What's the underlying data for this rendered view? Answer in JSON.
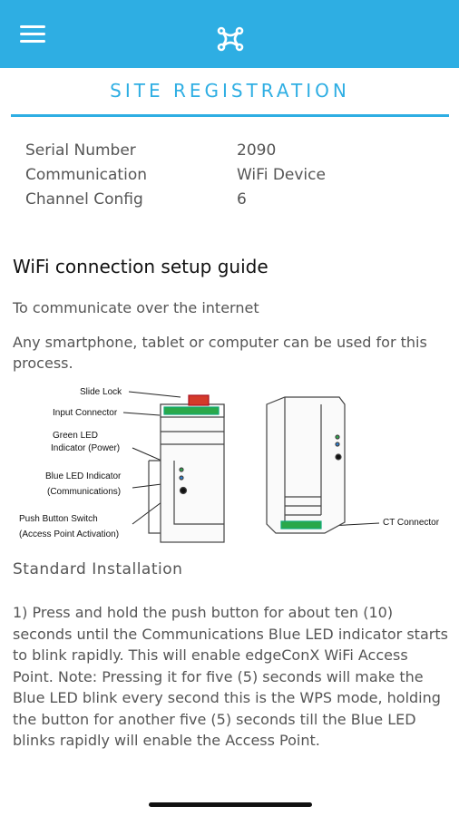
{
  "header": {
    "menu_icon": "hamburger-menu-icon",
    "logo_icon": "edgeconx-logo-icon",
    "bg_color": "#2eaee3"
  },
  "page": {
    "title": "SITE REGISTRATION"
  },
  "info": [
    {
      "label": "Serial Number",
      "value": "2090"
    },
    {
      "label": "Communication",
      "value": "WiFi Device"
    },
    {
      "label": "Channel Config",
      "value": "6"
    }
  ],
  "guide": {
    "title": "WiFi connection setup guide",
    "p1": "To communicate over the internet",
    "p2": "Any smartphone, tablet or computer can be used for this process."
  },
  "diagram": {
    "labels": {
      "slide_lock": "Slide Lock",
      "input_connector": "Input Connector",
      "green_led_1": "Green LED",
      "green_led_2": "Indicator (Power)",
      "blue_led_1": "Blue LED Indicator",
      "blue_led_2": "(Communications)",
      "push_btn_1": "Push Button Switch",
      "push_btn_2": "(Access Point Activation)",
      "ct_connector": "CT Connector"
    }
  },
  "standard": {
    "title": "Standard Installation",
    "step1": "1) Press and hold the push button for about ten (10) seconds until the Communications Blue LED indicator starts to blink rapidly. This will enable edgeConX WiFi Access Point. Note: Pressing it for five (5) seconds will make the Blue LED blink every second this is the WPS mode, holding the button for another five (5) seconds till the Blue LED blinks rapidly will enable the Access Point."
  }
}
